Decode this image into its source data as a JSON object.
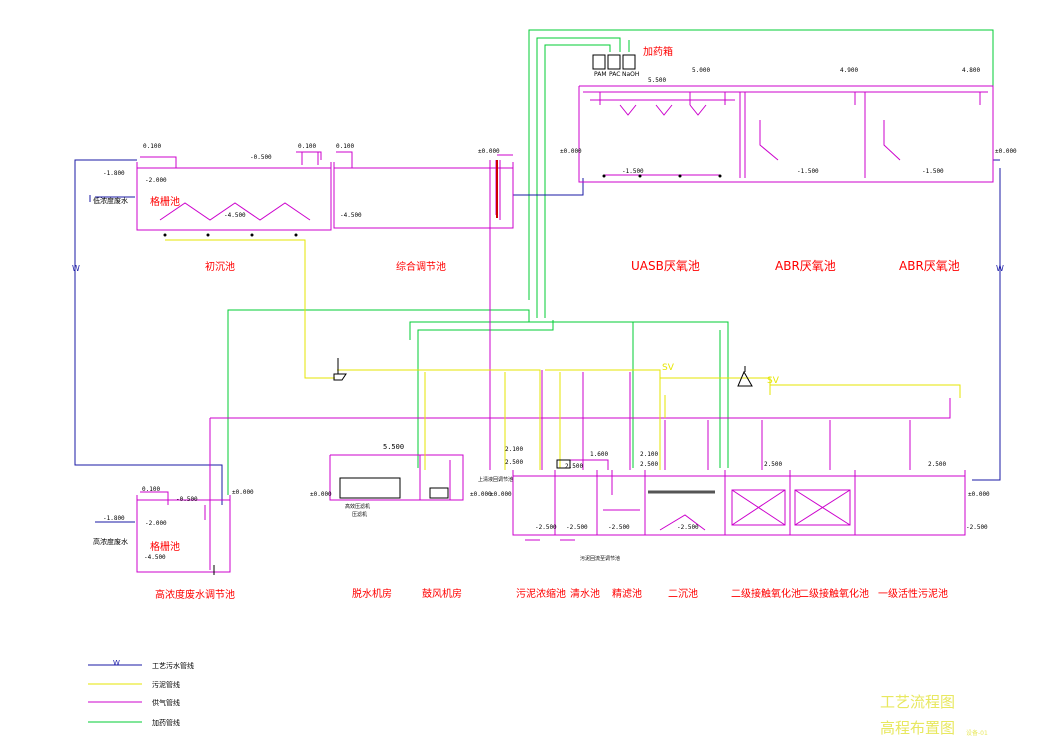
{
  "colors": {
    "water": "#1a1aa6",
    "sludge": "#e6e600",
    "air": "#cc00cc",
    "dosing": "#00cc33",
    "structure": "#cc00cc",
    "label": "#ff0000",
    "title": "#e8e860"
  },
  "tanks": {
    "dosing_box": "加药箱",
    "chem1": "PAM",
    "chem2": "PAC",
    "chem3": "NaOH",
    "uasb": "UASB厌氧池",
    "abr1": "ABR厌氧池",
    "abr2": "ABR厌氧池",
    "primary": "初沉池",
    "equalization": "综合调节池",
    "grille1": "格栅池",
    "grille2": "格栅池",
    "high_eq": "高浓度废水调节池",
    "dewater": "脱水机房",
    "blower": "鼓风机房",
    "thickener": "污泥浓缩池",
    "clear": "清水池",
    "filter": "精滤池",
    "secondary": "二沉池",
    "contact1": "二级接触氧化池",
    "contact2": "二级接触氧化池",
    "activated": "一级活性污泥池"
  },
  "inflow": {
    "low": "低浓度废水",
    "high": "高浓度废水"
  },
  "levels": {
    "l_0100a": "0.100",
    "l_n0500a": "-0.500",
    "l_0100b": "0.100",
    "l_0100c": "0.100",
    "l_pm0000a": "±0.000",
    "l_n1800a": "-1.800",
    "l_n2000a": "-2.000",
    "l_n4500a": "-4.500",
    "l_n4500b": "-4.500",
    "l_5500a": "5.500",
    "l_5000a": "5.000",
    "l_4900": "4.900",
    "l_4800": "4.800",
    "l_pm0000b": "±0.000",
    "l_n1500a": "-1.500",
    "l_n1500b": "-1.500",
    "l_n1500c": "-1.500",
    "l_pm0000c": "±0.000",
    "l_0100d": "0.100",
    "l_n0500b": "-0.500",
    "l_pm0000d": "±0.000",
    "l_n1800b": "-1.800",
    "l_n2000b": "-2.000",
    "l_n4500c": "-4.500",
    "l_5500b": "5.500",
    "l_pm0000e": "±0.000",
    "l_pm0000f": "±0.000",
    "l_2100a": "2.100",
    "l_2500a": "2.500",
    "l_1600": "1.600",
    "l_2100b": "2.100",
    "l_2500b": "2.500",
    "l_2500c": "2.500",
    "l_2500d": "2.500",
    "l_2500e": "2.500",
    "l_n2500a": "-2.500",
    "l_n2500b": "-2.500",
    "l_n2500c": "-2.500",
    "l_n2500d": "-2.500",
    "l_n2500e": "-2.500",
    "l_pm0000g": "±0.000",
    "l_pm0000h": "±0.000"
  },
  "small_text": {
    "filter_press": "高效压滤机",
    "press_sub": "压滤机",
    "pump_note": "上清液回调节池",
    "reflux": "污泥回流至调节池",
    "sv1": "SV",
    "sv2": "SV",
    "pipe_w1": "W",
    "pipe_w2": "W"
  },
  "legend": [
    {
      "key": "water",
      "symbol": "W",
      "label": "工艺污水管线"
    },
    {
      "key": "sludge",
      "symbol": "",
      "label": "污泥管线"
    },
    {
      "key": "air",
      "symbol": "",
      "label": "供气管线"
    },
    {
      "key": "dosing",
      "symbol": "",
      "label": "加药管线"
    }
  ],
  "title_block": {
    "line1": "工艺流程图",
    "line2": "高程布置图",
    "sheet": "设备-01"
  }
}
